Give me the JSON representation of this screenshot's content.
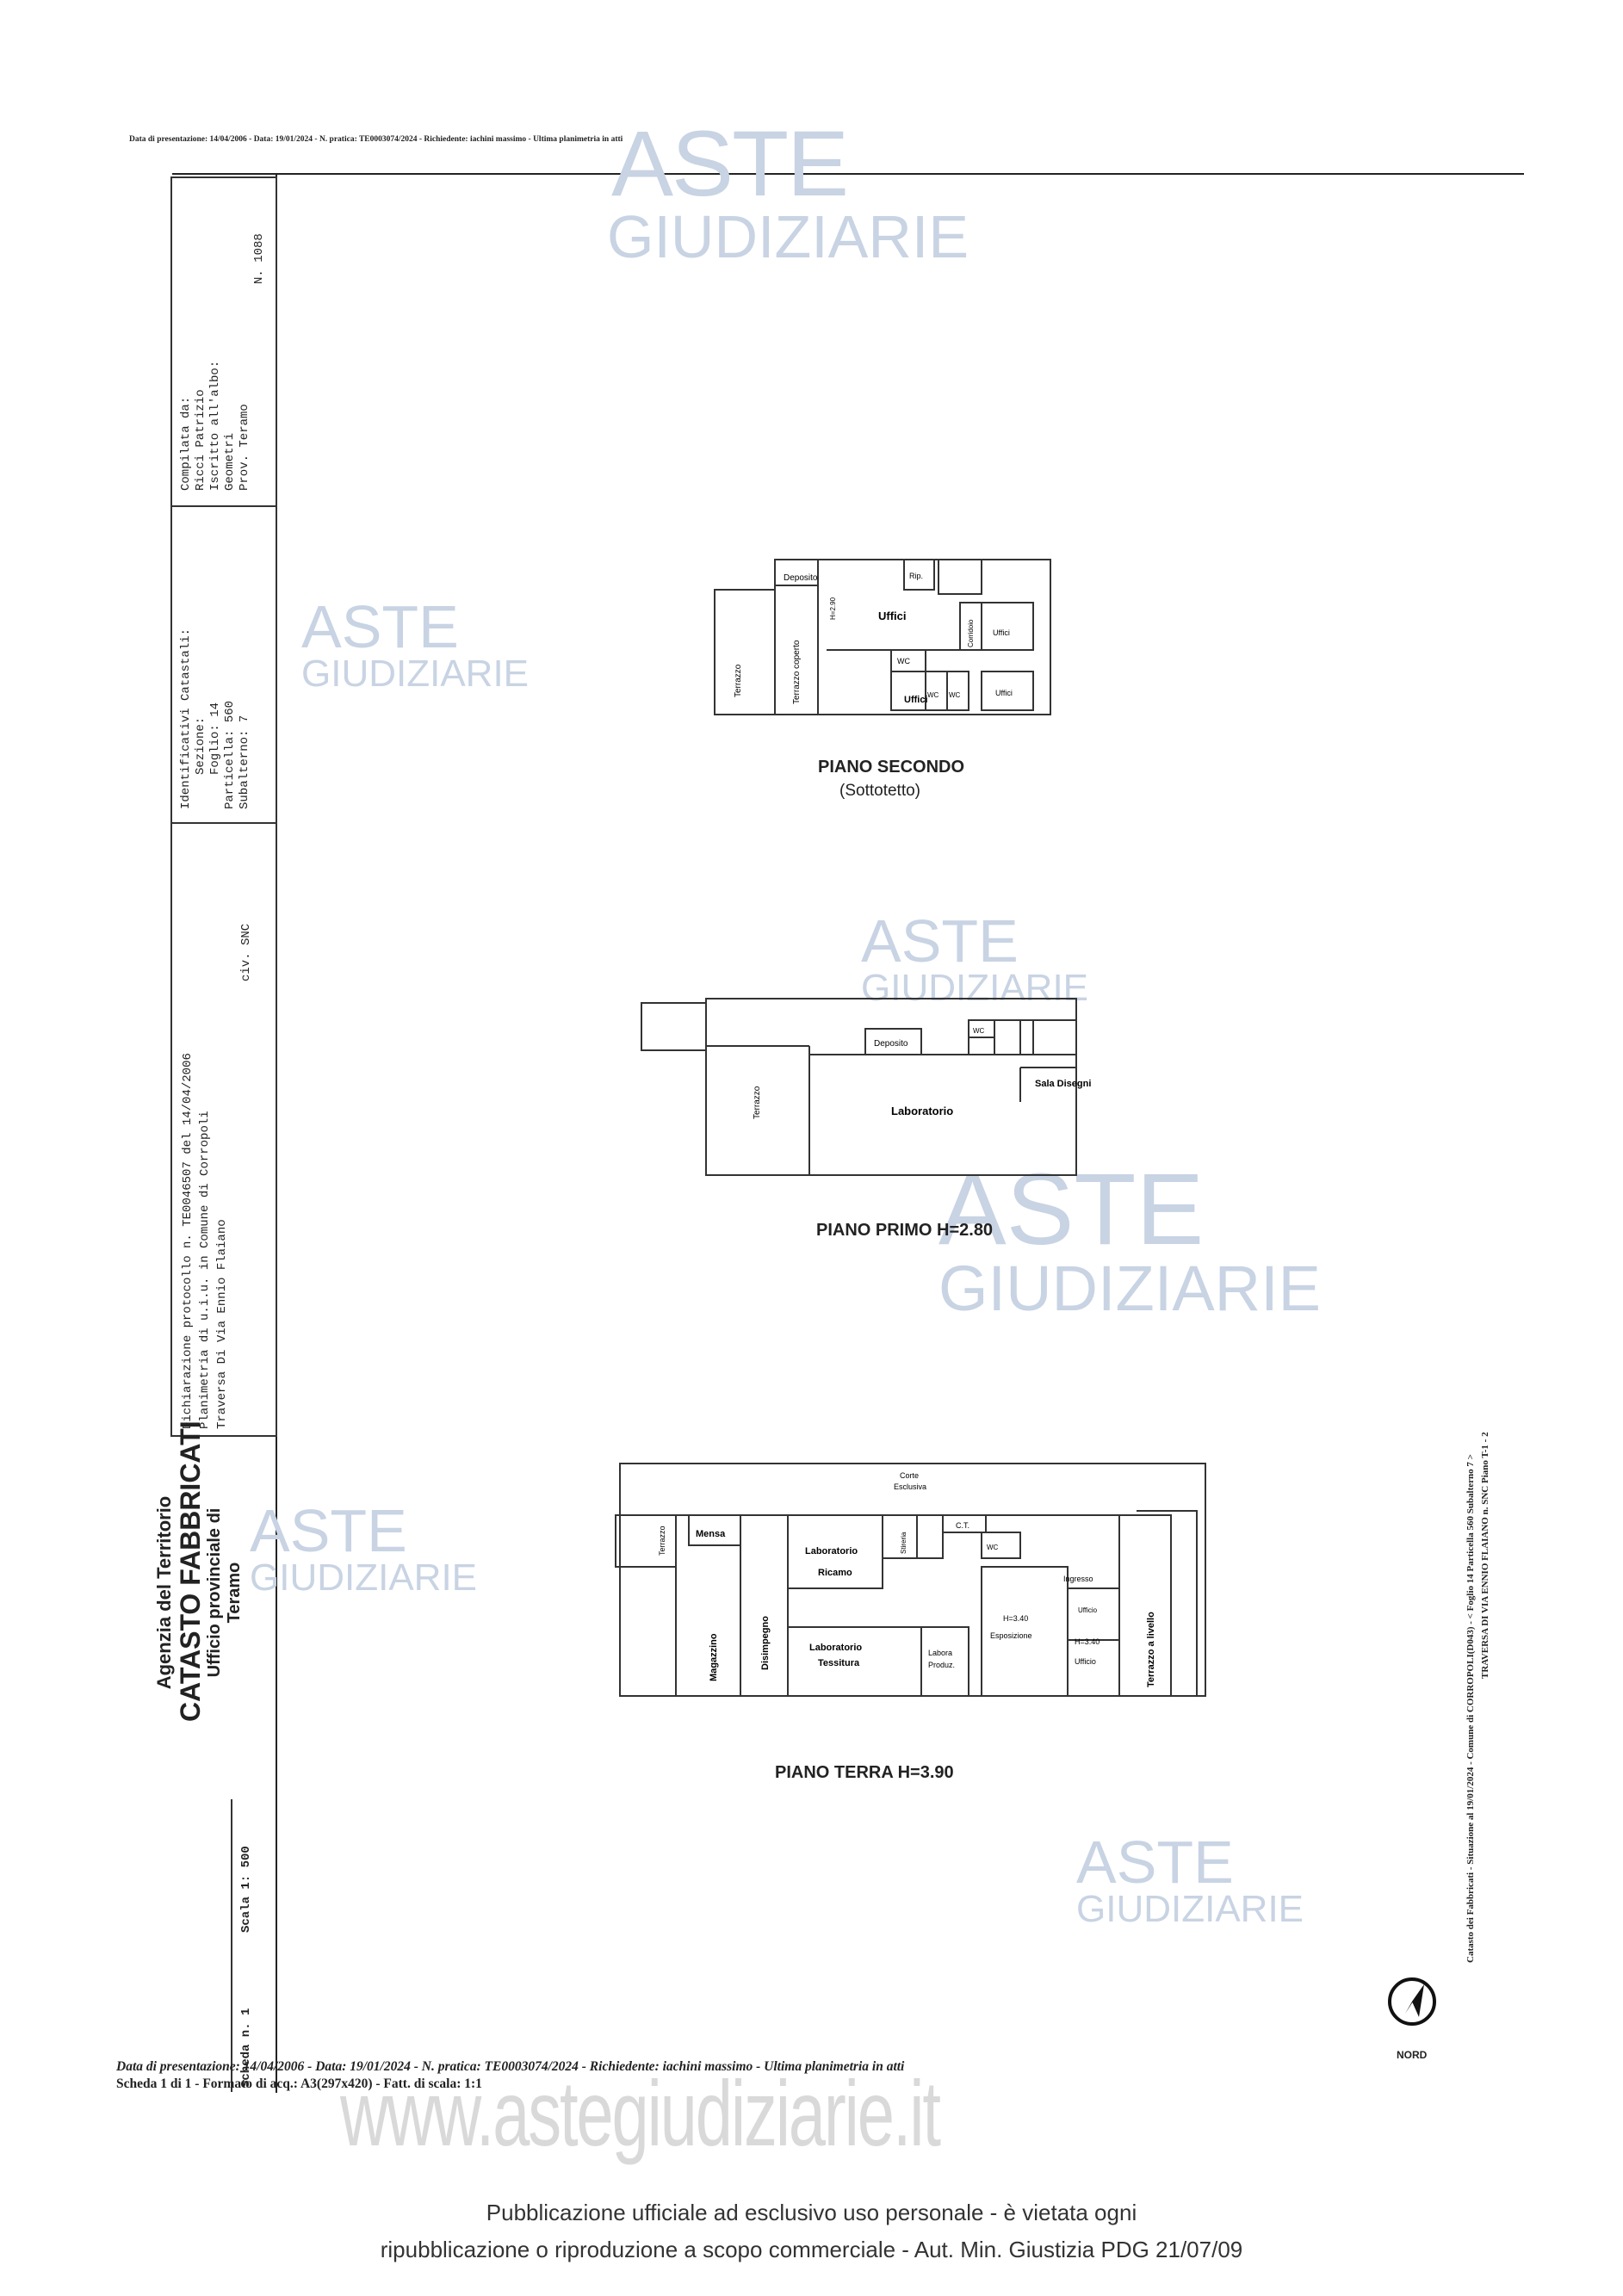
{
  "header": {
    "top_line": "Data di presentazione: 14/04/2006 - Data: 19/01/2024 - N. pratica: TE0003074/2024 - Richiedente: iachini massimo - Ultima planimetria in atti"
  },
  "watermark": {
    "line1": "ASTE",
    "line2": "GIUDIZIARIE",
    "site": "www.astegiudiziarie.it"
  },
  "sidebar": {
    "compiled": [
      "Compilata da:",
      "Ricci Patrizio",
      "Iscritto all'albo:",
      "Geometri",
      "Prov. Teramo"
    ],
    "compiled_number": "N. 1088",
    "identifiers": [
      "Identificativi Catastali:",
      "Sezione:",
      "Foglio: 14",
      "Particella: 560",
      "Subalterno: 7"
    ],
    "declaration": [
      "Dichiarazione protocollo n. TE0046507    del 14/04/2006",
      "Planimetria di u.i.u. in Comune di Corropoli",
      "Traversa Di Via Ennio Flaiano"
    ],
    "civ": "civ.    SNC",
    "agency": [
      "Agenzia del Territorio",
      "CATASTO FABBRICATI",
      "Ufficio provinciale di",
      "Teramo"
    ],
    "scheda": "Scheda n. 1",
    "scala": "Scala 1: 500"
  },
  "right_note": {
    "line1": "Catasto dei Fabbricati - Situazione al 19/01/2024 - Comune di CORROPOLI(D043) - < Foglio 14 Particella 560 Subalterno 7 >",
    "line2": "TRAVERSA DI VIA ENNIO FLAIANO n. SNC Piano T-1 - 2"
  },
  "floors": {
    "secondo": {
      "title": "PIANO SECONDO",
      "subtitle": "(Sottotetto)",
      "rooms": {
        "deposito": "Deposito",
        "rip": "Rip.",
        "uffici": "Uffici",
        "uffici2": "Uffici",
        "ufficio": "Uffici",
        "ufficio2": "Uffici",
        "wc": "WC",
        "wc2": "WC",
        "wc3": "WC",
        "terrazzo": "Terrazzo",
        "terrazzo_coperto": "Terrazzo coperto",
        "corridoio": "Corridoio",
        "h1": "H=2.90"
      }
    },
    "primo": {
      "title": "PIANO PRIMO H=2.80",
      "rooms": {
        "deposito": "Deposito",
        "wc": "WC",
        "laboratorio": "Laboratorio",
        "sala_disegni": "Sala Disegni",
        "terrazzo": "Terrazzo"
      }
    },
    "terra": {
      "title": "PIANO TERRA H=3.90",
      "rooms": {
        "corte": "Corte",
        "esclusiva": "Esclusiva",
        "terrazzo": "Terrazzo",
        "mensa": "Mensa",
        "magazzino": "Magazzino",
        "disimpegno": "Disimpegno",
        "lab_ricamo": "Laboratorio",
        "ricamo": "Ricamo",
        "lab_tessitura": "Laboratorio",
        "tessitura": "Tessitura",
        "stireria": "Stireria",
        "ct": "C.T.",
        "wc": "WC",
        "ingresso": "Ingresso",
        "esposizione": "Esposizione",
        "h340a": "H=3.40",
        "h340b": "H=3.40",
        "ufficio": "Ufficio",
        "ufficio2": "Ufficio",
        "labor": "Labora",
        "produz": "Produz.",
        "terrazzo_livello": "Terrazzo a livello"
      }
    }
  },
  "north": "NORD",
  "footer": {
    "line1": "Data di presentazione: 14/04/2006 - Data: 19/01/2024 - N. pratica: TE0003074/2024 - Richiedente: iachini massimo - Ultima planimetria in atti",
    "line2": "Scheda 1 di 1 - Formato di acq.: A3(297x420) - Fatt. di scala: 1:1",
    "pub1": "Pubblicazione ufficiale ad esclusivo uso personale - è vietata ogni",
    "pub2": "ripubblicazione o riproduzione a scopo commerciale - Aut. Min. Giustizia PDG 21/07/09"
  }
}
